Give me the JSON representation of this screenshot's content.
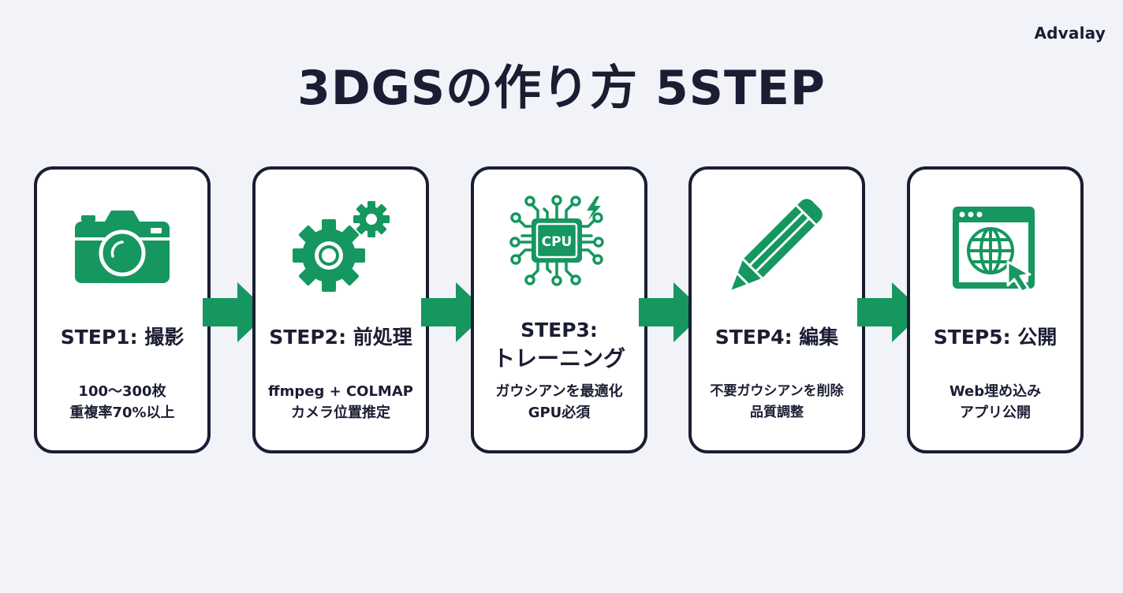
{
  "brand": "Advalay",
  "title": "3DGSの作り方 5STEP",
  "colors": {
    "accent": "#15975f",
    "text": "#1b1d33",
    "background": "#f1f3f8",
    "card": "#ffffff"
  },
  "steps": [
    {
      "title": "STEP1: 撮影",
      "icon": "camera-icon",
      "desc": "100〜300枚\n重複率70%以上"
    },
    {
      "title": "STEP2: 前処理",
      "icon": "gears-icon",
      "desc": "ffmpeg + COLMAP\nカメラ位置推定"
    },
    {
      "title": "STEP3:\nトレーニング",
      "title_line1": "STEP3:",
      "title_line2": "トレーニング",
      "icon": "cpu-chip-icon",
      "icon_label": "CPU",
      "desc": "ガウシアンを最適化\nGPU必須"
    },
    {
      "title": "STEP4: 編集",
      "icon": "pencil-icon",
      "desc": "不要ガウシアンを削除\n品質調整"
    },
    {
      "title": "STEP5: 公開",
      "icon": "web-globe-cursor-icon",
      "desc": "Web埋め込み\nアプリ公開"
    }
  ]
}
